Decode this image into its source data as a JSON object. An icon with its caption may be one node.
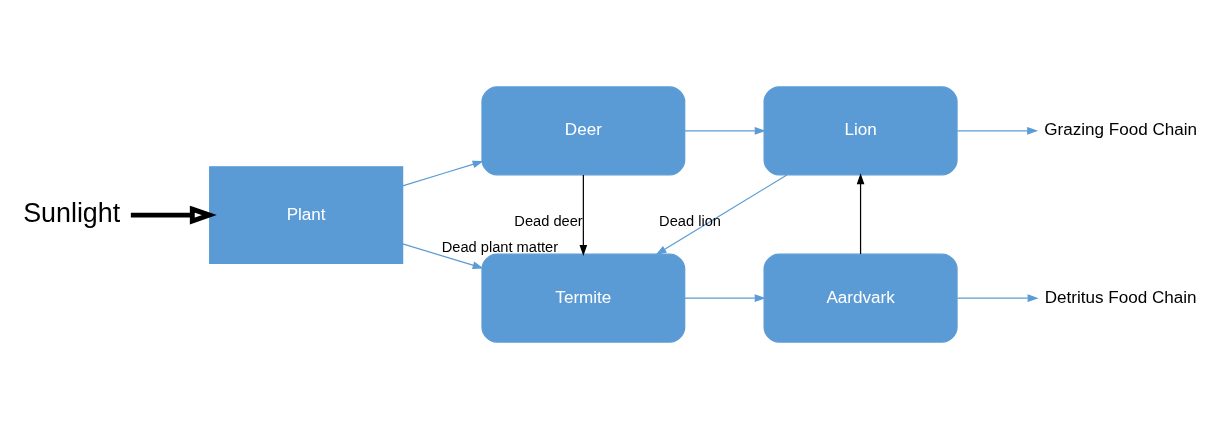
{
  "diagram": {
    "nodes": [
      {
        "text": [
          "Sunlight"
        ]
      },
      {
        "text": [
          "Plant"
        ]
      },
      {
        "text": [
          "Deer"
        ]
      },
      {
        "text": [
          "Lion"
        ]
      },
      {
        "text": [
          "Grazing Food Chain"
        ]
      },
      {
        "text": [
          "Termite"
        ]
      },
      {
        "text": [
          "Aardvark"
        ]
      },
      {
        "text": [
          "Detritus Food Chain"
        ]
      }
    ],
    "edges": [
      {
        "from": 0,
        "to": 1,
        "arrow": "to",
        "style": "thick",
        "color": "#000000"
      },
      {
        "from": 1,
        "to": 2,
        "arrow": "to"
      },
      {
        "from": 1,
        "to": 5,
        "arrow": "to",
        "label": "Dead plant matter"
      },
      {
        "from": 2,
        "to": 3,
        "arrow": "to"
      },
      {
        "from": 3,
        "to": 4,
        "arrow": "to"
      },
      {
        "from": 2,
        "to": 5,
        "arrow": "to",
        "label": "Dead deer",
        "color": "#000000"
      },
      {
        "from": 3,
        "to": 5,
        "arrow": "to",
        "label": "Dead lion"
      },
      {
        "from": 5,
        "to": 6,
        "arrow": "to"
      },
      {
        "from": 6,
        "to": 3,
        "arrow": "to",
        "color": "#000000"
      },
      {
        "from": 6,
        "to": 7,
        "arrow": "to"
      }
    ]
  }
}
